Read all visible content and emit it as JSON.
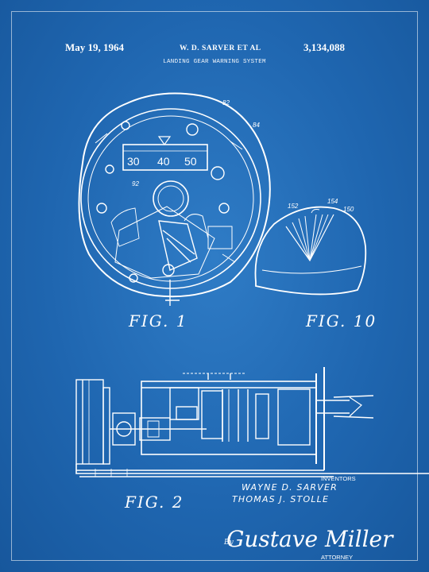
{
  "header": {
    "date": "May 19, 1964",
    "inventor_short": "W. D. SARVER ET AL",
    "patent_number": "3,134,088",
    "title": "LANDING GEAR WARNING SYSTEM"
  },
  "figures": {
    "fig1_caption": "FIG. 1",
    "fig10_caption": "FIG. 10",
    "fig2_caption": "FIG. 2"
  },
  "dial": {
    "scale_numbers": [
      "30",
      "40",
      "50"
    ],
    "ref_82": "82",
    "ref_84": "84",
    "ref_92": "92"
  },
  "fig10_refs": {
    "r152": "152",
    "r154": "154",
    "r150": "150"
  },
  "signatures": {
    "inventors_label": "INVENTORS",
    "inventor_1": "WAYNE D. SARVER",
    "inventor_2": "THOMAS J. STOLLE",
    "by": "By",
    "attorney_signature": "Gustave Miller",
    "attorney_label": "ATTORNEY"
  },
  "colors": {
    "background": "#1f66b0",
    "ink": "#ffffff"
  }
}
